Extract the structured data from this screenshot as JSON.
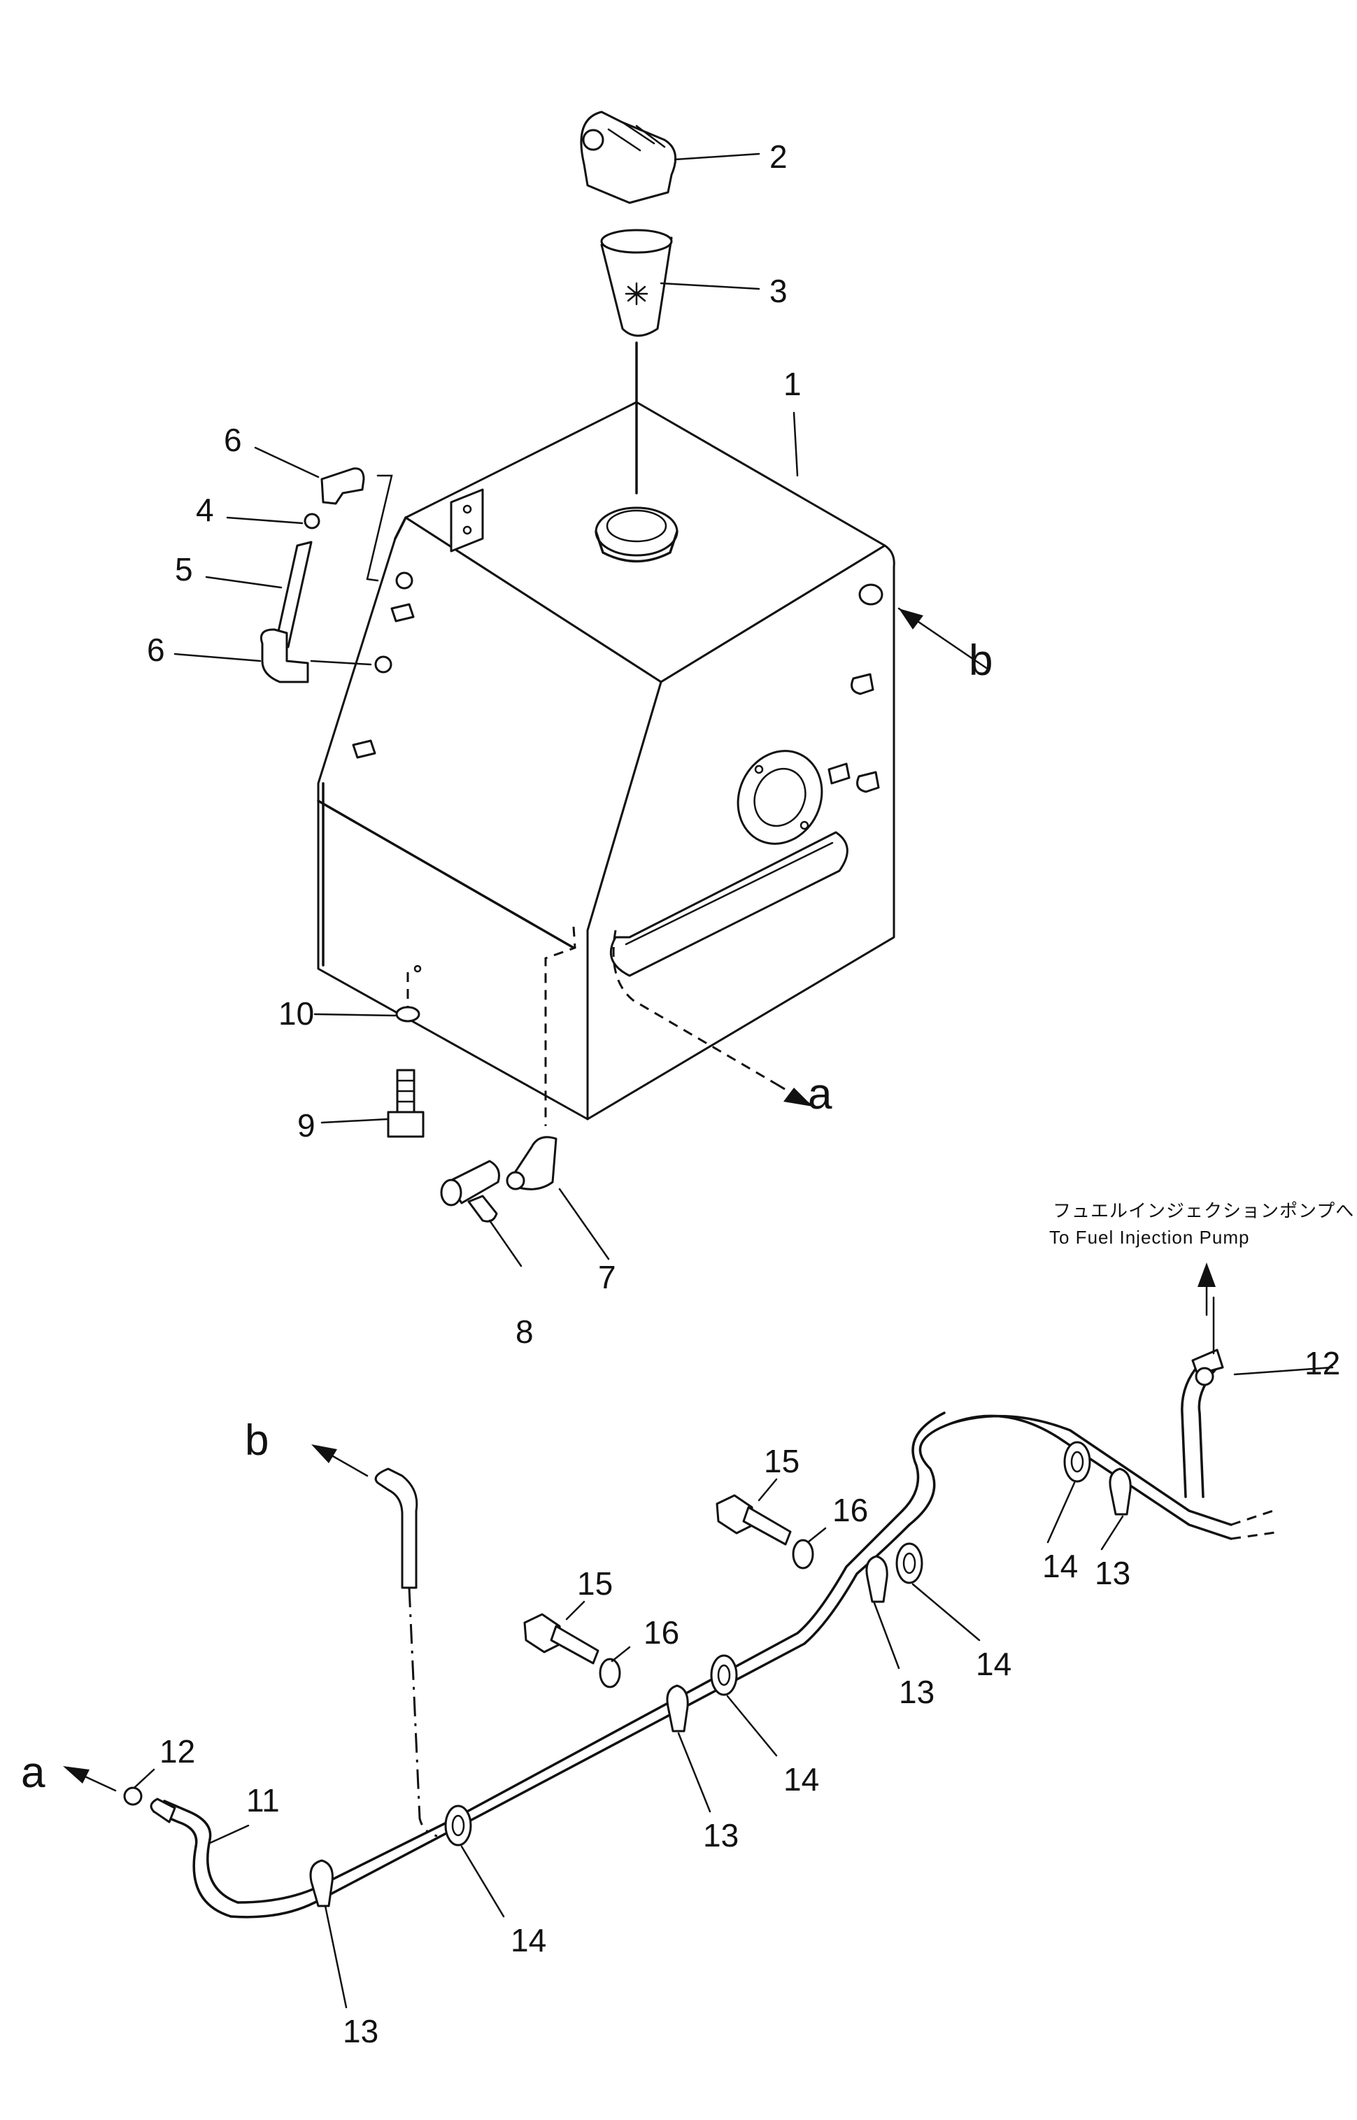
{
  "callouts": {
    "c1": "1",
    "c2": "2",
    "c3": "3",
    "c4": "4",
    "c5": "5",
    "c6a": "6",
    "c6b": "6",
    "c7": "7",
    "c8": "8",
    "c9": "9",
    "c10": "10",
    "c11": "11",
    "c12a": "12",
    "c12b": "12",
    "c13a": "13",
    "c13b": "13",
    "c13c": "13",
    "c13d": "13",
    "c14a": "14",
    "c14b": "14",
    "c14c": "14",
    "c14d": "14",
    "c15a": "15",
    "c15b": "15",
    "c16a": "16",
    "c16b": "16",
    "ref_a_top": "a",
    "ref_b_top": "b",
    "ref_a_bottom": "a",
    "ref_b_bottom": "b"
  },
  "note": {
    "jp": "フュエルインジェクションポンプへ",
    "en": "To Fuel Injection Pump"
  }
}
